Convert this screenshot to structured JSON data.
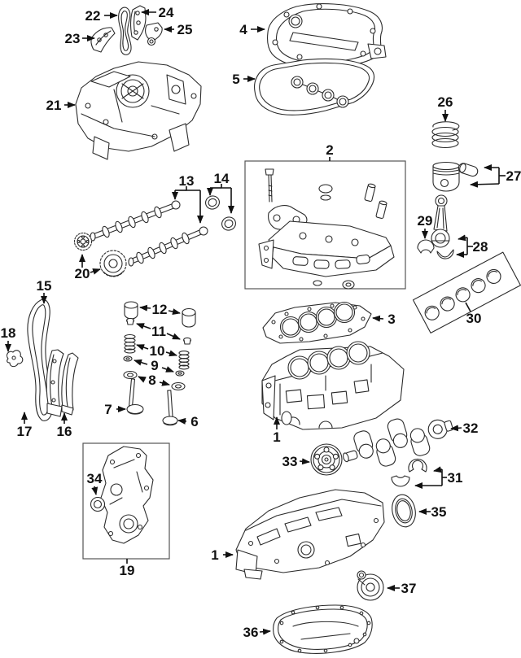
{
  "diagram": {
    "background_color": "#ffffff",
    "line_color": "#111111",
    "label_color": "#111111",
    "callouts": {
      "c1a": "1",
      "c1b": "1",
      "c2": "2",
      "c3": "3",
      "c4": "4",
      "c5": "5",
      "c6": "6",
      "c7": "7",
      "c8": "8",
      "c9": "9",
      "c10": "10",
      "c11": "11",
      "c12": "12",
      "c13": "13",
      "c14": "14",
      "c15": "15",
      "c16": "16",
      "c17": "17",
      "c18": "18",
      "c19": "19",
      "c20": "20",
      "c21": "21",
      "c22": "22",
      "c23": "23",
      "c24": "24",
      "c25": "25",
      "c26": "26",
      "c27": "27",
      "c28": "28",
      "c29": "29",
      "c30": "30",
      "c31": "31",
      "c32": "32",
      "c33": "33",
      "c34": "34",
      "c35": "35",
      "c36": "36",
      "c37": "37"
    }
  }
}
